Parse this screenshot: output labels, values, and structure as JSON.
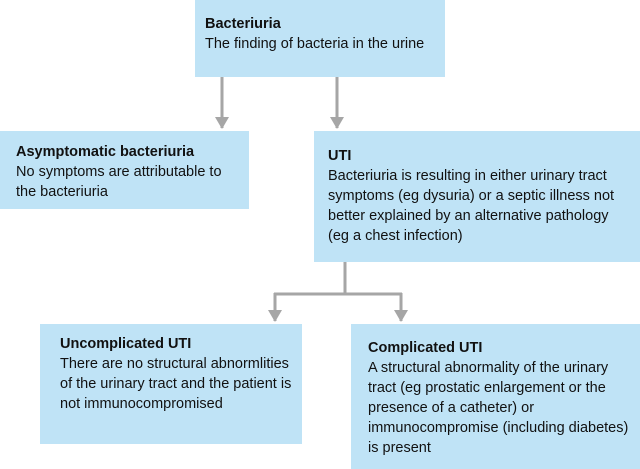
{
  "nodes": {
    "root": {
      "title": "Bacteriuria",
      "text": "The finding of bacteria in the urine"
    },
    "asym": {
      "title": "Asymptomatic bacteriuria",
      "text": "No symptoms are attributable to the bacteriuria"
    },
    "uti": {
      "title": "UTI",
      "text": "Bacteriuria is resulting in either urinary tract symptoms (eg dysuria) or a septic illness not better explained by an alternative pathology (eg a chest infection)"
    },
    "uncomp": {
      "title": "Uncomplicated UTI",
      "text": "There are no structural abnormlities  of the urinary tract and the patient is not immunocompromised"
    },
    "comp": {
      "title": "Complicated UTI",
      "text": "A structural abnormality of the urinary tract (eg prostatic enlargement or the presence of a catheter) or immunocompromise (including diabetes) is present"
    }
  },
  "colors": {
    "box_fill": "#bfe3f6",
    "connector": "#a6a6a6"
  }
}
